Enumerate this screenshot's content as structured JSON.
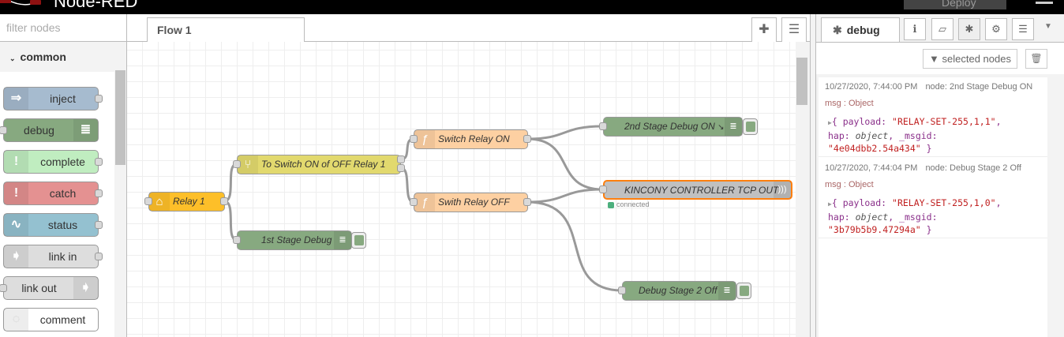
{
  "header": {
    "title": "Node-RED",
    "deploy_label": "Deploy"
  },
  "palette": {
    "filter_placeholder": "filter nodes",
    "category": "common",
    "nodes": [
      {
        "label": "inject",
        "color": "#a6bbcf"
      },
      {
        "label": "debug",
        "color": "#87a980"
      },
      {
        "label": "complete",
        "color": "#c0edc0"
      },
      {
        "label": "catch",
        "color": "#e49191"
      },
      {
        "label": "status",
        "color": "#94c1d0"
      },
      {
        "label": "link in",
        "color": "#dddddd"
      },
      {
        "label": "link out",
        "color": "#dddddd"
      },
      {
        "label": "comment",
        "color": "#ffffff"
      }
    ]
  },
  "workspace": {
    "tab": "Flow 1",
    "add_icon": "plus-icon",
    "list_icon": "list-icon"
  },
  "flow": {
    "nodes": {
      "relay1": {
        "label": "Relay 1",
        "color": "#fdbf29"
      },
      "switch": {
        "label": "To Switch ON of OFF Relay 1",
        "color": "#e2d96e"
      },
      "debug1": {
        "label": "1st Stage Debug",
        "color": "#87a980"
      },
      "fon": {
        "label": "Switch Relay ON",
        "color": "#fdd0a2"
      },
      "foff": {
        "label": "Swith Relay OFF",
        "color": "#fdd0a2"
      },
      "debug2": {
        "label": "2nd Stage Debug ON",
        "color": "#87a980"
      },
      "tcp": {
        "label": "KINCONY CONTROLLER TCP OUT",
        "color": "#c0c0c0",
        "status": "connected",
        "status_color": "#4caf7d"
      },
      "debug3": {
        "label": "Debug Stage 2 Off",
        "color": "#87a980"
      }
    }
  },
  "sidebar": {
    "tab": "debug",
    "filter_label": "selected nodes",
    "messages": [
      {
        "time": "10/27/2020, 7:44:00 PM",
        "node": "node: 2nd Stage Debug ON",
        "type": "msg : Object",
        "payload": "\"RELAY-SET-255,1,1\"",
        "msgid": "\"4e04dbb2.54a434\""
      },
      {
        "time": "10/27/2020, 7:44:04 PM",
        "node": "node: Debug Stage 2 Off",
        "type": "msg : Object",
        "payload": "\"RELAY-SET-255,1,0\"",
        "msgid": "\"3b79b5b9.47294a\""
      }
    ],
    "payload_key": "payload:",
    "hap_key": "hap:",
    "hap_val": "object",
    "msgid_key": "_msgid:"
  }
}
